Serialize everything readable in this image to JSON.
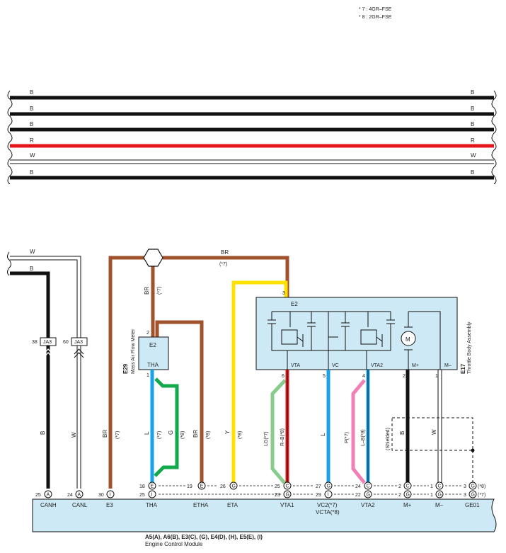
{
  "legend": {
    "line1": "* 7 : 4GR–FSE",
    "line2": "* 8 : 2GR–FSE"
  },
  "harness": {
    "wires": [
      {
        "code": "B",
        "color": "#111111"
      },
      {
        "code": "B",
        "color": "#111111"
      },
      {
        "code": "B",
        "color": "#111111"
      },
      {
        "code": "R",
        "color": "#e3161c"
      },
      {
        "code": "W",
        "color": "#ffffff"
      },
      {
        "code": "B",
        "color": "#111111"
      }
    ]
  },
  "left_wires": {
    "w_top": "W",
    "b_top": "B",
    "b_mid": "B",
    "w_mid": "W"
  },
  "junctions": [
    {
      "pin": "38",
      "name": "JA3"
    },
    {
      "pin": "60",
      "name": "JA3"
    }
  ],
  "maf": {
    "code": "E29",
    "name": "Mass Air Flow Meter",
    "pin_e2": "2",
    "label_e2": "E2",
    "pin_tha": "1",
    "label_tha": "THA"
  },
  "throttle": {
    "code": "E17",
    "name": "Throttle Body Assembly",
    "pin_top": "3",
    "label_top": "E2",
    "motor": "M",
    "pins": [
      {
        "num": "6",
        "label": "VTA"
      },
      {
        "num": "5",
        "label": "VC"
      },
      {
        "num": "4",
        "label": "VTA2"
      },
      {
        "num": "2",
        "label": "M+"
      },
      {
        "num": "1",
        "label": "M–"
      }
    ]
  },
  "wire_labels": {
    "br_top": "BR",
    "br_top_note": "(*7)",
    "br_maf": "BR",
    "br_maf_note": "(*7)",
    "g_maf": "G",
    "g_note": "(*8)",
    "br_e3": "BR",
    "br_e3_note": "(*7)",
    "l_tha": "L",
    "l_tha_note": "(*7)",
    "br_etha": "BR",
    "br_etha_note": "(*8)",
    "y_eta": "Y",
    "y_eta_note": "(*8)",
    "lg_vta": "LG(*7)",
    "rb_vta": "R–B(*8)",
    "l_vc": "L",
    "p_vta2": "P(*7)",
    "lb_vta2": "L–B(*8)",
    "shielded": "(Shielded)",
    "b_m": "B",
    "w_m": "W"
  },
  "ecm_pins": {
    "canh": {
      "num": "25",
      "conn": "A"
    },
    "canl": {
      "num": "24",
      "conn": "A"
    },
    "e3": {
      "num": "30",
      "conn": "I"
    },
    "tha_a": {
      "num": "18",
      "conn": "E"
    },
    "tha_b": {
      "num": "25",
      "conn": "I"
    },
    "etha": {
      "num": "19",
      "conn": "E"
    },
    "eta": {
      "num": "26",
      "conn": "G"
    },
    "vta1_a": {
      "num": "25",
      "conn": "C"
    },
    "vta1_b": {
      "num": "23",
      "conn": "G"
    },
    "vc_a": {
      "num": "27",
      "conn": "G"
    },
    "vc_b": {
      "num": "29",
      "conn": "I"
    },
    "vta2_a": {
      "num": "24",
      "conn": "C"
    },
    "vta2_b": {
      "num": "22",
      "conn": "G"
    },
    "mp_a": {
      "num": "2",
      "conn": "C"
    },
    "mp_b": {
      "num": "2",
      "conn": "G"
    },
    "mm_a": {
      "num": "1",
      "conn": "C"
    },
    "mm_b": {
      "num": "1",
      "conn": "G"
    },
    "ge_a": {
      "num": "3",
      "conn": "G",
      "note": "(*8)"
    },
    "ge_b": {
      "num": "3",
      "conn": "G",
      "note": "(*7)"
    }
  },
  "ecm_labels": [
    "CANH",
    "CANL",
    "E3",
    "THA",
    "ETHA",
    "ETA",
    "VTA1",
    "VC2(*7)",
    "VCTA(*8)",
    "VTA2",
    "M+",
    "M–",
    "GE01"
  ],
  "ecm": {
    "codes": "A5(A), A6(B), E3(C), (G), E4(D), (H), E5(E), (I)",
    "name": "Engine Control Module"
  },
  "colors": {
    "black": "#111111",
    "red": "#e3161c",
    "brown": "#a0522d",
    "yellow": "#ffe100",
    "blue": "#1aa3e8",
    "green": "#12a84c",
    "lightgreen": "#86cc8c",
    "pink": "#ef7fb5",
    "component_fill": "#cde9f5"
  }
}
